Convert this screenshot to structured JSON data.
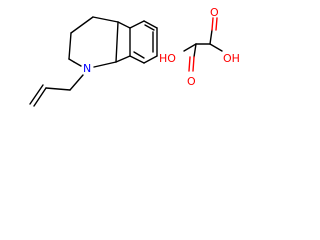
{
  "molecule": {
    "amine": {
      "atoms": {
        "n": "N"
      }
    },
    "oxalic_acid": {
      "atoms": {
        "ho_left": "HO",
        "oh_right": "OH",
        "o_left": "O",
        "o_right": "O"
      }
    }
  },
  "colors": {
    "carbon_bond": "#000000",
    "nitrogen": "#0000ff",
    "oxygen": "#ff0000",
    "background": "#ffffff"
  }
}
